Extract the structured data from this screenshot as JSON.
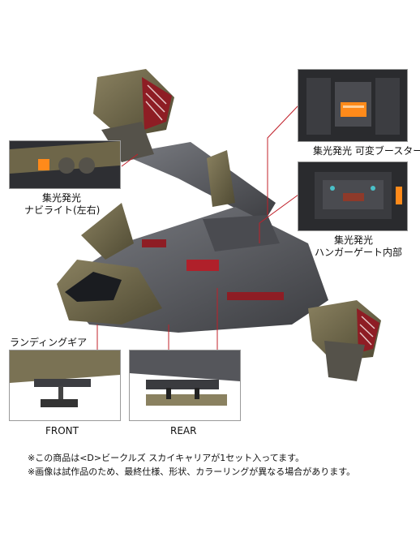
{
  "callouts": {
    "booster": "集光発光 可変ブースター",
    "navi_line1": "集光発光",
    "navi_line2": "ナビライト(左右)",
    "hangar_line1": "集光発光",
    "hangar_line2": "ハンガーゲート内部",
    "landing_gear": "ランディングギア",
    "front": "FRONT",
    "rear": "REAR"
  },
  "notes": [
    "※この商品は<D>ビークルズ スカイキャリアが1セット入ってます。",
    "※画像は試作品のため、最終仕様、形状、カラーリングが異なる場合があります。"
  ],
  "colors": {
    "leader_line": "#c0202a",
    "hull_olive": "#6e6649",
    "hull_grey": "#5a5c60",
    "accent_red": "#b0202a",
    "light_orange": "#ff8a1a"
  }
}
